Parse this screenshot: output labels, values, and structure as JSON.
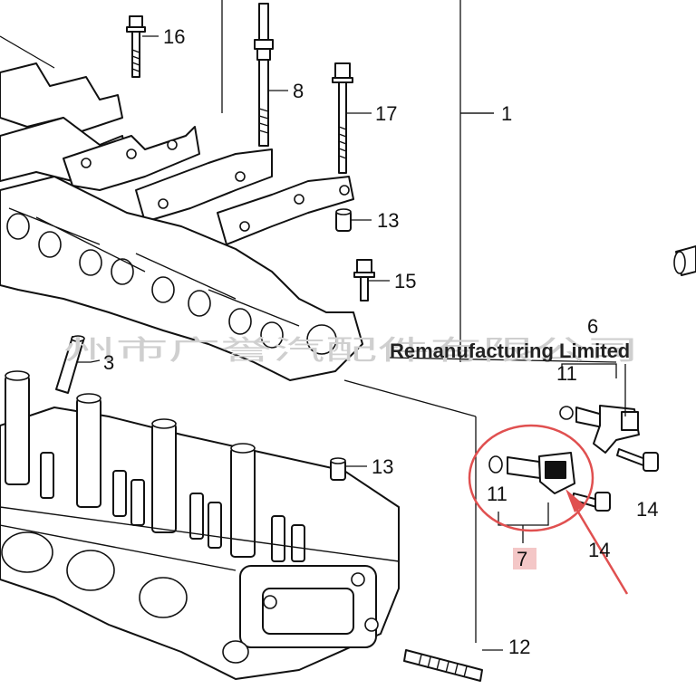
{
  "diagram": {
    "callouts": {
      "c16": "16",
      "c8": "8",
      "c17": "17",
      "c1": "1",
      "c13a": "13",
      "c15": "15",
      "c3": "3",
      "c6": "6",
      "c13b": "13",
      "c11a": "11",
      "c11b": "11",
      "c14a": "14",
      "c14b": "14",
      "c7": "7",
      "c12": "12"
    },
    "watermark": {
      "chinese": "州市广誉汽配件有限公司",
      "english": "Remanufacturing Limited"
    },
    "highlight_color": "#e05050",
    "callout7_bg": "#f4c7c7"
  }
}
